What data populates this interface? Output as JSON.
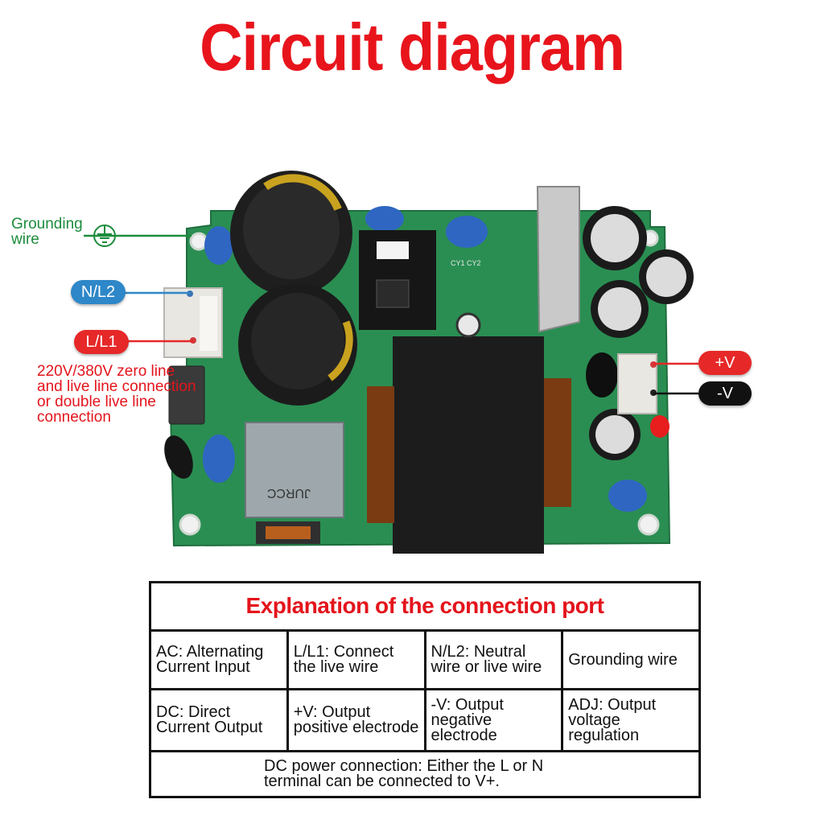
{
  "title": "Circuit diagram",
  "labels": {
    "grounding": "Grounding wire",
    "nl2": "N/L2",
    "ll1": "L/L1",
    "vplus": "+V",
    "vminus": "-V",
    "input_note": "220V/380V zero line and live line connection or double live line connection"
  },
  "board_text": {
    "relay_brand": "JURCC",
    "caps_top": "CY1 CY2"
  },
  "colors": {
    "title_red": "#e8141c",
    "ground_green": "#1c8c3c",
    "nl2_blue": "#2e87c8",
    "ll1_red": "#e62828",
    "pcb_green": "#2a8e52"
  },
  "table": {
    "header": "Explanation of the connection port",
    "rows": [
      [
        "AC: Alternating Current Input",
        "L/L1: Connect the live wire",
        "N/L2: Neutral wire or live wire",
        "Grounding wire"
      ],
      [
        "DC: Direct Current Output",
        "+V: Output positive electrode",
        "-V: Output negative electrode",
        "ADJ: Output voltage regulation"
      ]
    ],
    "footer": "DC power connection: Either the L or N terminal can be connected to V+."
  }
}
